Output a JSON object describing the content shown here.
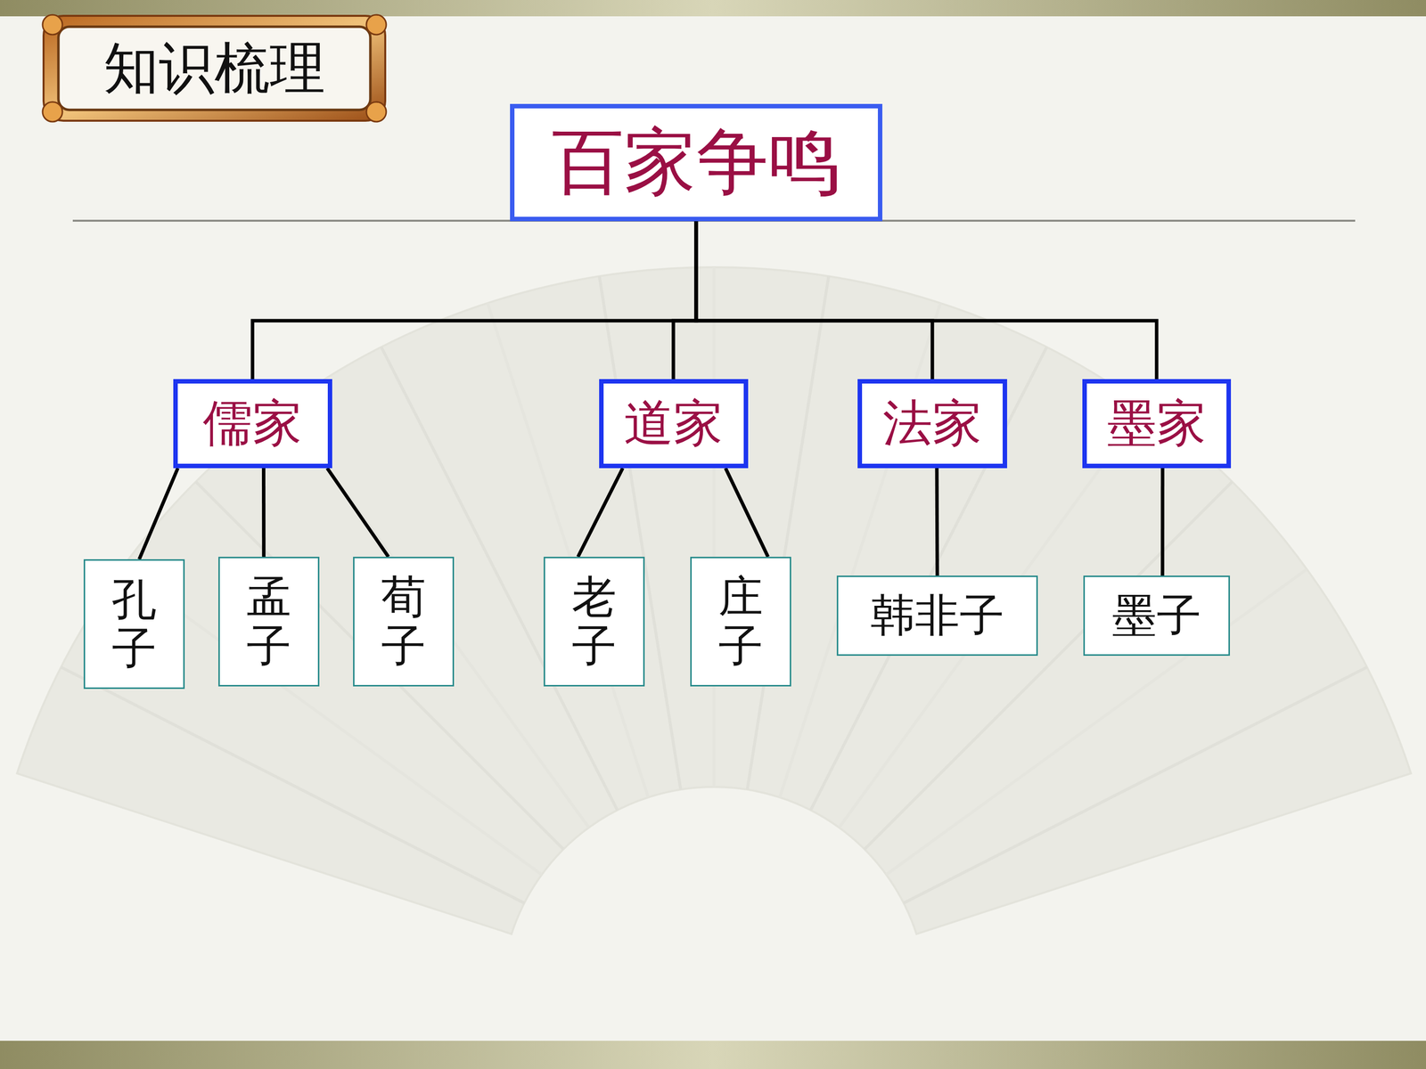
{
  "diagram": {
    "title": "知识梳理",
    "nodes": [
      {
        "text": [
          "百家争鸣"
        ]
      },
      {
        "text": [
          "儒家"
        ]
      },
      {
        "text": [
          "道家"
        ]
      },
      {
        "text": [
          "法家"
        ]
      },
      {
        "text": [
          "墨家"
        ]
      },
      {
        "text": [
          "孔子"
        ]
      },
      {
        "text": [
          "孟子"
        ]
      },
      {
        "text": [
          "荀子"
        ]
      },
      {
        "text": [
          "老子"
        ]
      },
      {
        "text": [
          "庄子"
        ]
      },
      {
        "text": [
          "韩非子"
        ]
      },
      {
        "text": [
          "墨子"
        ]
      }
    ],
    "edges": [
      {
        "from": 0,
        "to": 1,
        "arrow": "none"
      },
      {
        "from": 0,
        "to": 2,
        "arrow": "none"
      },
      {
        "from": 0,
        "to": 3,
        "arrow": "none"
      },
      {
        "from": 0,
        "to": 4,
        "arrow": "none"
      },
      {
        "from": 1,
        "to": 5,
        "arrow": "none"
      },
      {
        "from": 1,
        "to": 6,
        "arrow": "none"
      },
      {
        "from": 1,
        "to": 7,
        "arrow": "none"
      },
      {
        "from": 2,
        "to": 8,
        "arrow": "none"
      },
      {
        "from": 2,
        "to": 9,
        "arrow": "none"
      },
      {
        "from": 3,
        "to": 10,
        "arrow": "none"
      },
      {
        "from": 4,
        "to": 11,
        "arrow": "none"
      }
    ]
  }
}
